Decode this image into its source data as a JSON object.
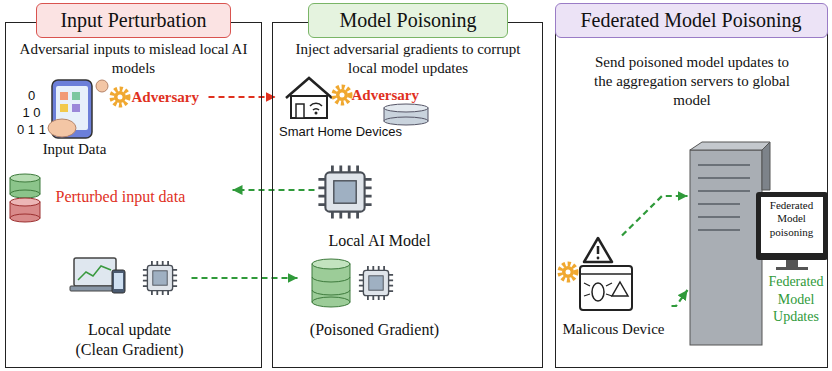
{
  "diagram": {
    "nodes": [
      {
        "text": [
          "Input Perturbation",
          "Adversarial inputs to mislead local AI models"
        ]
      },
      {
        "text": [
          "0",
          "1 0",
          "0 1 1",
          "Adversary",
          "Input Data"
        ],
        "in": 0
      },
      {
        "text": [
          "Perturbed input data"
        ],
        "in": 0
      },
      {
        "text": [
          "Local update (Clean Gradient)"
        ],
        "in": 0
      },
      {
        "text": [
          "Model Poisoning",
          "Inject adversarial gradients to corrupt local model updates"
        ]
      },
      {
        "text": [
          "Smart Home Devices"
        ],
        "in": 4
      },
      {
        "text": [
          "Adversary"
        ],
        "in": 4
      },
      {
        "text": [
          "Local AI Model"
        ],
        "in": 4
      },
      {
        "text": [
          "(Poisoned Gradient)"
        ],
        "in": 4
      },
      {
        "text": [
          "Federated Model Poisoning",
          "Send poisoned model updates to the aggregation servers to global model"
        ]
      },
      {
        "text": [
          "Malicous Device"
        ],
        "in": 9
      },
      {
        "text": [
          "Federated Model poisoning"
        ],
        "in": 9
      }
    ],
    "edges": [
      {
        "from": 1,
        "to": 5,
        "arrow": "to"
      },
      {
        "from": 7,
        "to": 2,
        "arrow": "to"
      },
      {
        "from": 3,
        "to": 8,
        "arrow": "to"
      },
      {
        "from": 10,
        "to": 11,
        "arrow": "to"
      },
      {
        "from": 10,
        "to": 11,
        "arrow": "to"
      }
    ],
    "labels": [
      "Federated Model Updates"
    ]
  }
}
